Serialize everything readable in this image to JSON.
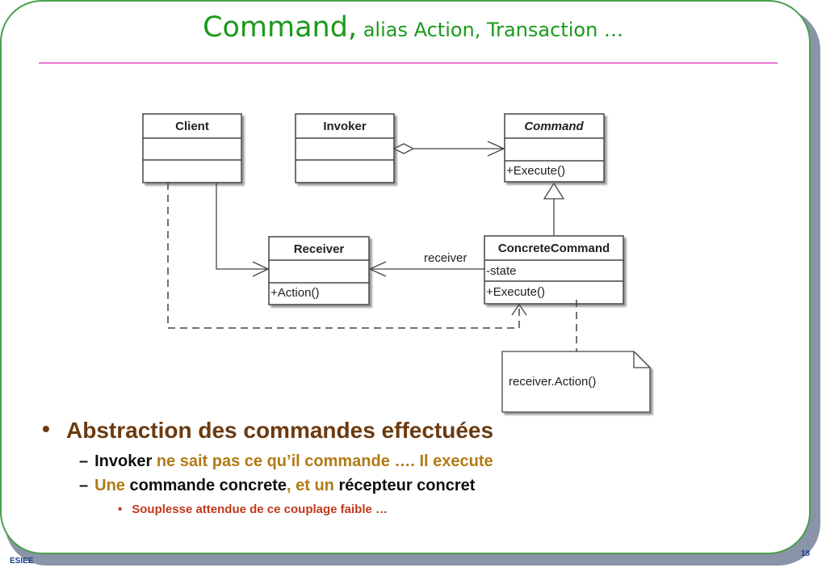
{
  "title": {
    "main": "Command,",
    "sub": " alias Action, Transaction …"
  },
  "diagram": {
    "classes": {
      "client": "Client",
      "invoker": "Invoker",
      "command": "Command",
      "command_op": "+Execute()",
      "receiver": "Receiver",
      "receiver_op": "+Action()",
      "concrete": "ConcreteCommand",
      "concrete_attr": "-state",
      "concrete_op": "+Execute()"
    },
    "association_label": "receiver",
    "note": "receiver.Action()"
  },
  "bullets": {
    "level1": "Abstraction des commandes effectuées",
    "item1": {
      "a": "Invoker",
      "b": " ne sait pas ce qu’il commande …. Il execute"
    },
    "item2": {
      "a": "Une",
      "b": " commande concrete",
      "c": ", et un",
      "d": " récepteur concret"
    },
    "item3": "Souplesse attendue de ce couplage faible …"
  },
  "footer": {
    "left": "ESIEE",
    "page": "18"
  }
}
